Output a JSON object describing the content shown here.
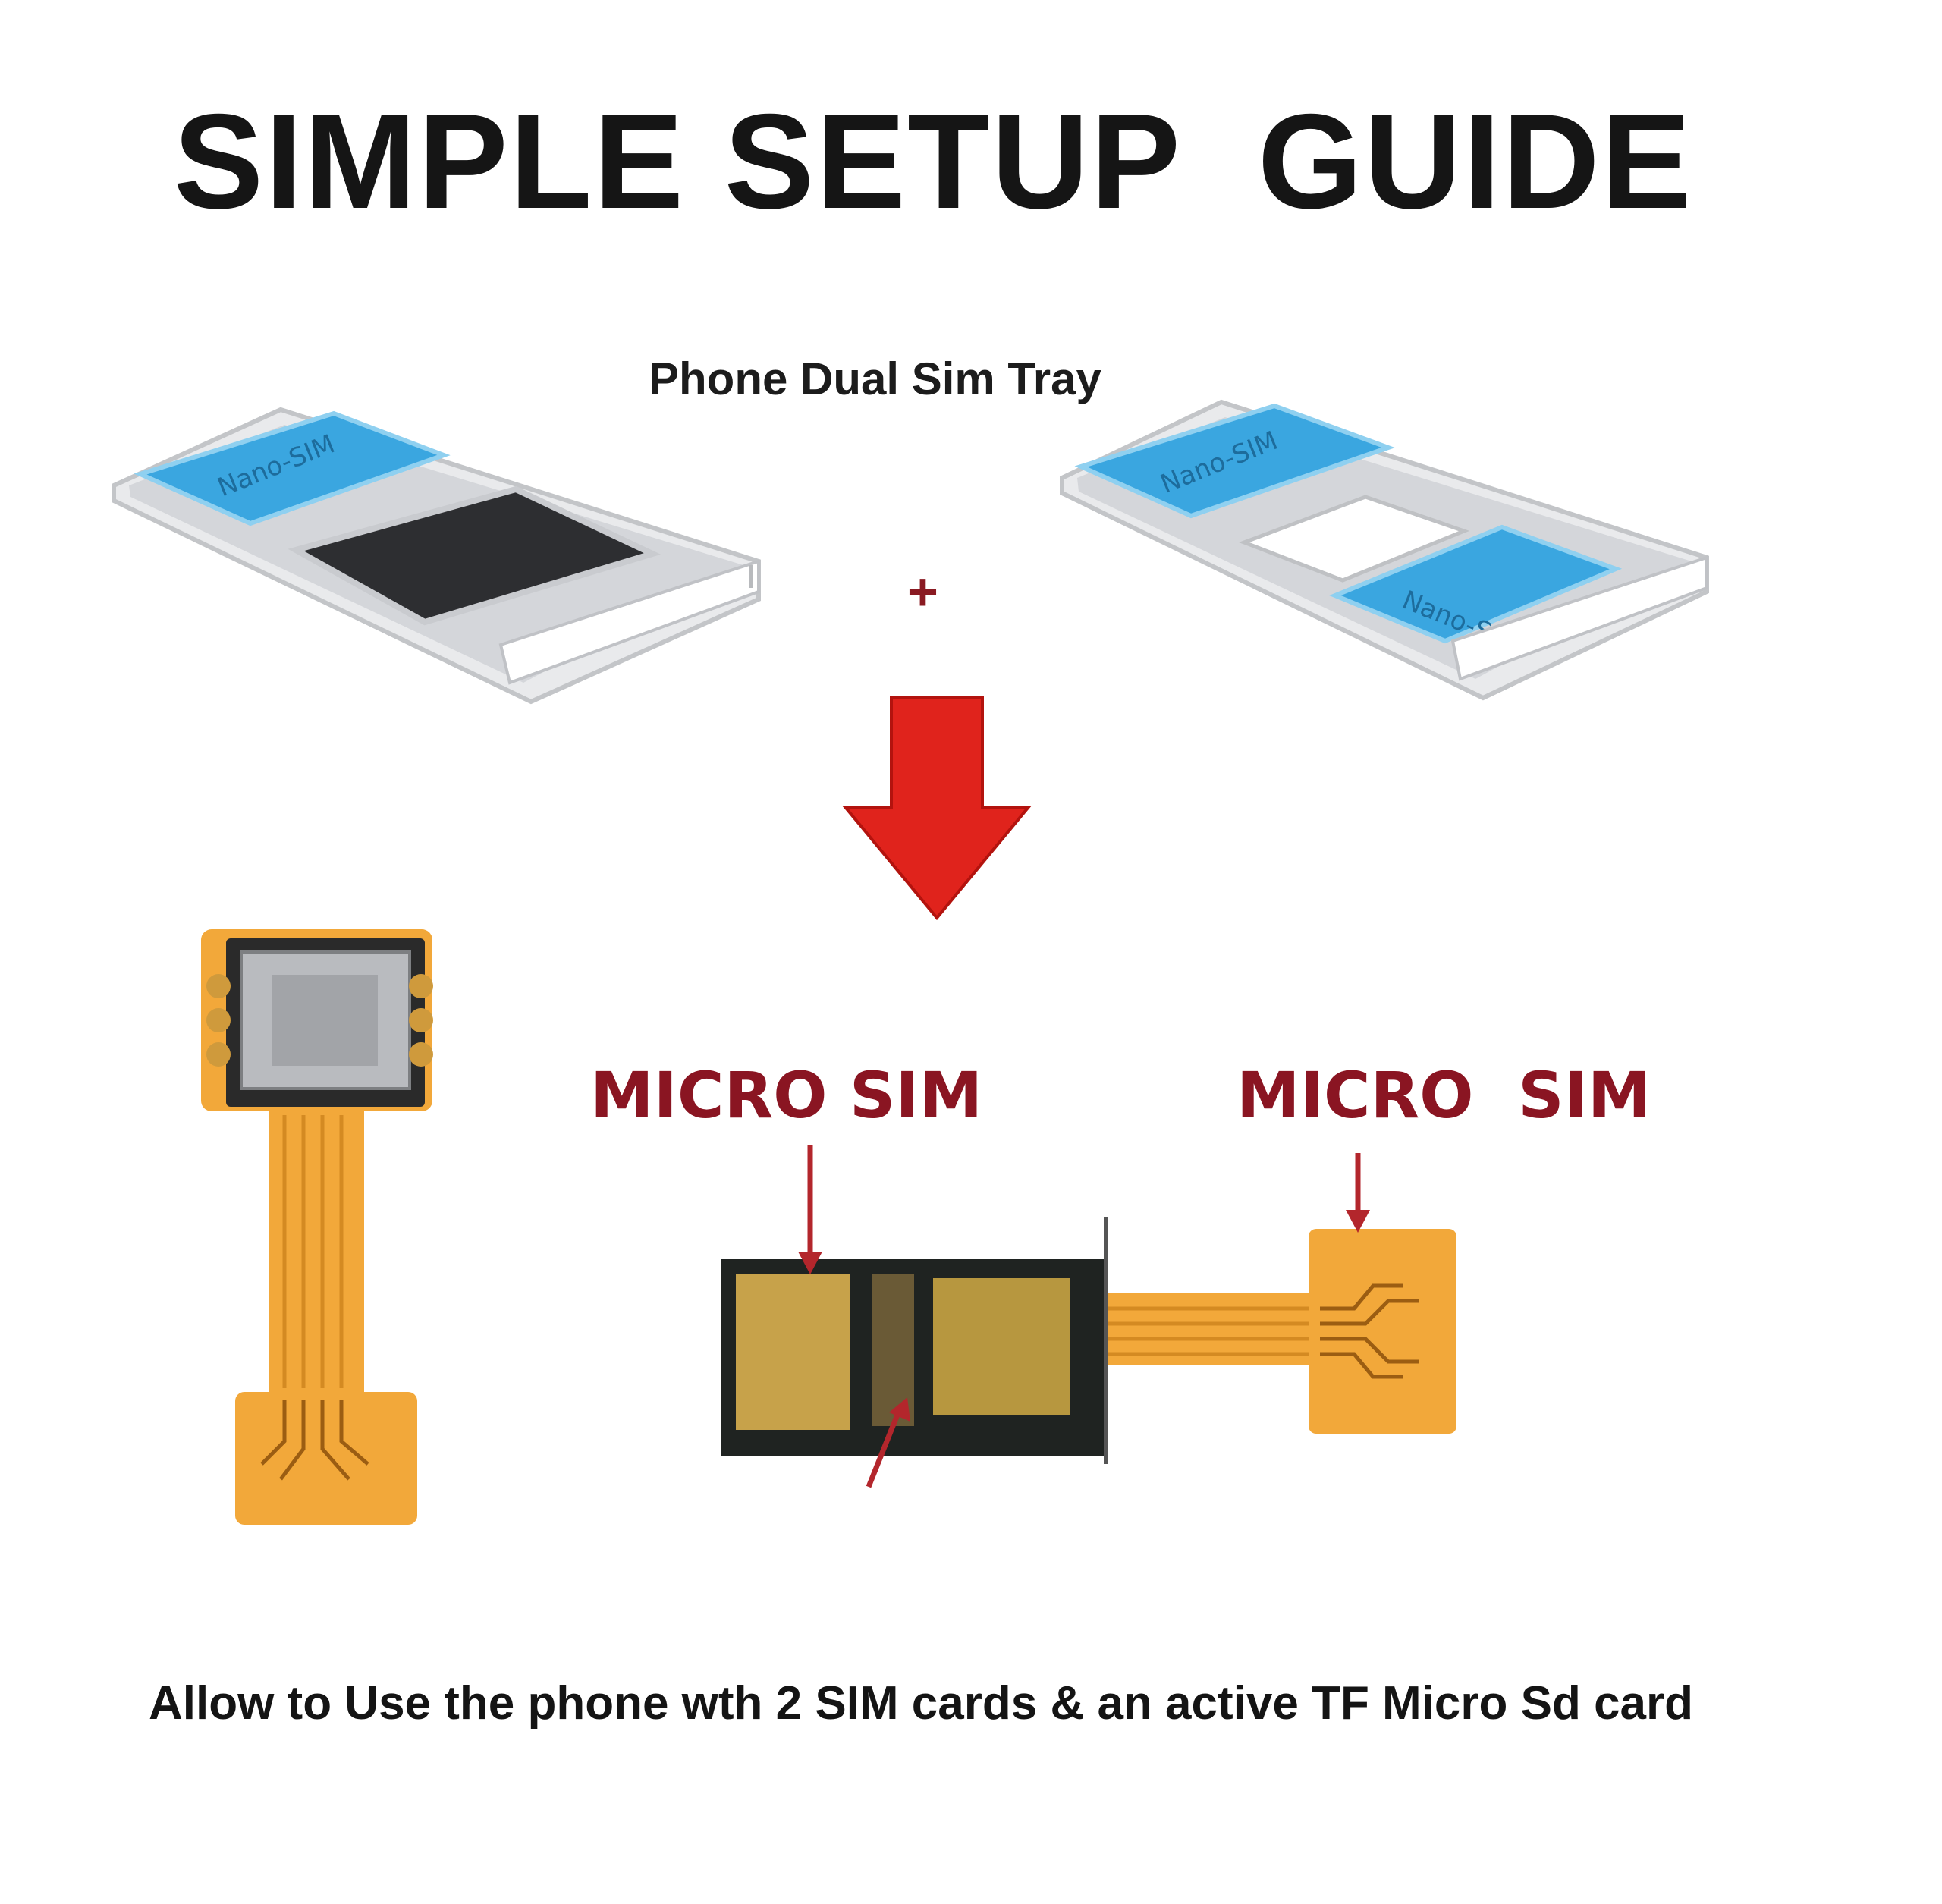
{
  "title": "SIMPLE SETUP  GUIDE",
  "tray_label": "Phone Dual Sim Tray",
  "plus_sign": "+",
  "labels": {
    "micro_sim_left": "MICRO SIM",
    "micro_sim_right": "MICRO  SIM"
  },
  "tray_card_text": "Nano-SIM",
  "caption": "Allow to Use the phone wth 2 SIM cards & an active TF Micro Sd card",
  "colors": {
    "accent_red": "#e0231c",
    "label_red": "#8a1522",
    "flex_orange": "#f2a83a",
    "sim_blue": "#3aa6e0"
  }
}
